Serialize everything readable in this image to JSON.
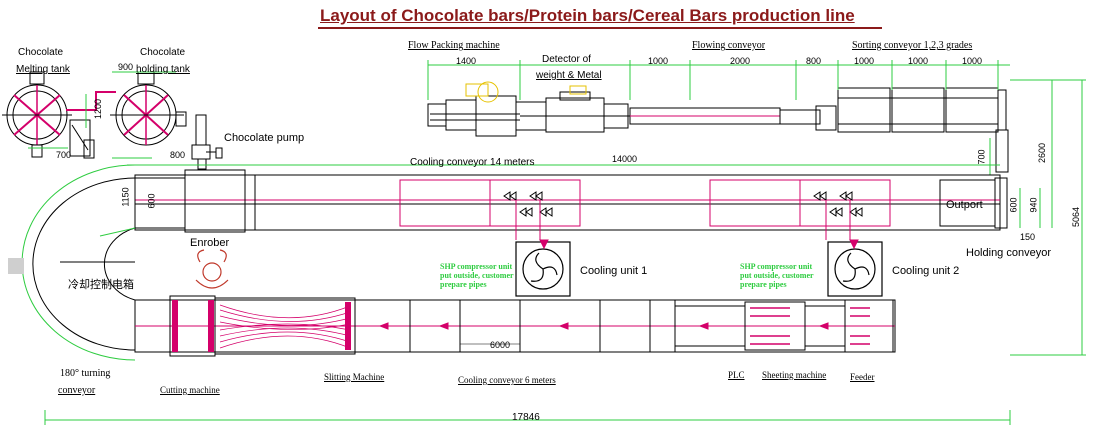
{
  "title": "Layout of Chocolate bars/Protein bars/Cereal Bars production line",
  "labels": {
    "melting_tank": [
      "Chocolate",
      "Melting tank"
    ],
    "holding_tank": [
      "Chocolate",
      "holding tank"
    ],
    "chocolate_pump": "Chocolate pump",
    "flow_packing": "Flow Packing machine",
    "detector": [
      "Detector of",
      "weight & Metal"
    ],
    "flowing_conveyor": "Flowing conveyor",
    "sorting_conveyor": "Sorting conveyor 1,2,3 grades",
    "cooling_conveyor_14": "Cooling conveyor 14 meters",
    "enrober": "Enrober",
    "outport": "Outport",
    "holding_conveyor": "Holding conveyor",
    "cooling_unit_1": "Cooling unit 1",
    "cooling_unit_2": "Cooling unit 2",
    "compressor_note": [
      "SHP compressor unit",
      "put outside, customer",
      "prepare pipes"
    ],
    "turning_conveyor": [
      "180° turning",
      "conveyor"
    ],
    "cutting_machine": "Cutting machine",
    "slitting_machine": "Slitting Machine",
    "cooling_conveyor_6": "Cooling conveyor 6 meters",
    "plc": "PLC",
    "sheeting_machine": "Sheeting machine",
    "feeder": "Feeder",
    "cooling_control": "冷却控制电箱"
  },
  "dimensions": {
    "d_900": "900",
    "d_700": "700",
    "d_1200": "1200",
    "d_800a": "800",
    "d_1400": "1400",
    "d_1000a": "1000",
    "d_2000": "2000",
    "d_800b": "800",
    "d_1000b": "1000",
    "d_1000c": "1000",
    "d_1000d": "1000",
    "d_14000": "14000",
    "d_1150": "1150",
    "d_600a": "600",
    "d_700b": "700",
    "d_2600": "2600",
    "d_600b": "600",
    "d_940": "940",
    "d_150": "150",
    "d_5064": "5064",
    "d_6000": "6000",
    "d_17846": "17846"
  }
}
